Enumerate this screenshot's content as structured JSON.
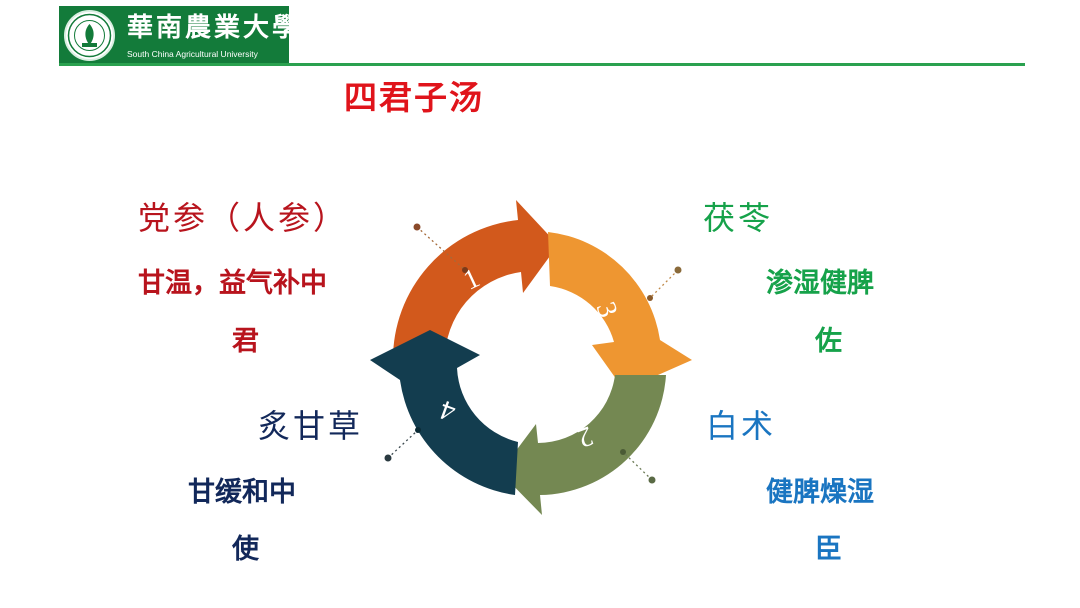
{
  "header": {
    "logo_cn": "華南農業大學",
    "logo_en": "South China Agricultural University"
  },
  "title": "四君子汤",
  "herbs": [
    {
      "number": "1",
      "name": "党参（人参）",
      "effect": "甘温，益气补中",
      "role": "君",
      "color": "#b8141d"
    },
    {
      "number": "3",
      "name": "茯苓",
      "effect": "渗湿健脾",
      "role": "佐",
      "color": "#16a24a"
    },
    {
      "number": "2",
      "name": "白术",
      "effect": "健脾燥湿",
      "role": "臣",
      "color": "#1a75c1"
    },
    {
      "number": "4",
      "name": "炙甘草",
      "effect": "甘缓和中",
      "role": "使",
      "color": "#12285a"
    }
  ],
  "cycle_colors": [
    "#d2591c",
    "#ee9631",
    "#748852",
    "#133d4f"
  ]
}
